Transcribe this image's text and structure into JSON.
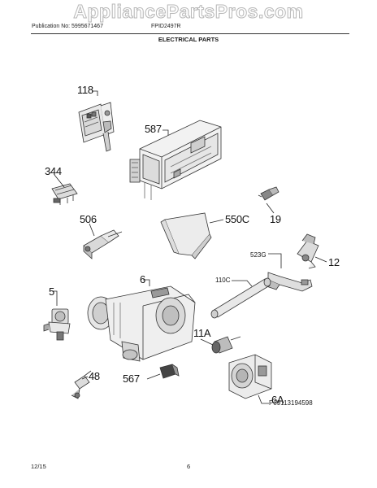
{
  "watermark": "AppliancePartsPros.com",
  "header": {
    "publication": "Publication No: 5995671467",
    "model": "FPID2497R",
    "section_title": "ELECTRICAL PARTS"
  },
  "parts": [
    {
      "id": "p118",
      "label": "118"
    },
    {
      "id": "p587",
      "label": "587"
    },
    {
      "id": "p344",
      "label": "344"
    },
    {
      "id": "p19",
      "label": "19"
    },
    {
      "id": "p506",
      "label": "506"
    },
    {
      "id": "p550C",
      "label": "550C"
    },
    {
      "id": "p523G",
      "label": "523G"
    },
    {
      "id": "p12",
      "label": "12"
    },
    {
      "id": "p5",
      "label": "5"
    },
    {
      "id": "p6",
      "label": "6"
    },
    {
      "id": "p110C",
      "label": "110C"
    },
    {
      "id": "p11A",
      "label": "11A"
    },
    {
      "id": "p48",
      "label": "48"
    },
    {
      "id": "p567",
      "label": "567"
    },
    {
      "id": "p6A",
      "label": "6A"
    }
  ],
  "figure_id": "P09113194598",
  "footer": {
    "date": "12/15",
    "page": "6"
  }
}
